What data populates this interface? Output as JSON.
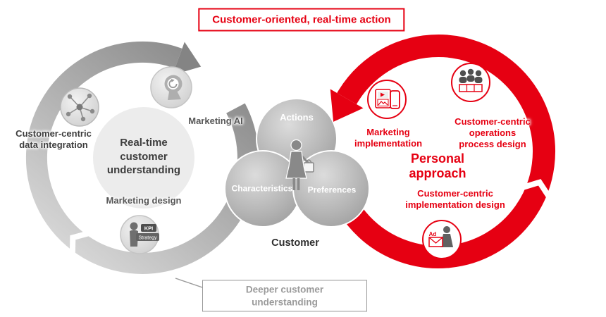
{
  "colors": {
    "accent_red": "#e60012",
    "ring_gray": "#9b9b9b",
    "muted_gray_text": "#9a9a9a",
    "dark_text": "#3d3d3d"
  },
  "callout_top": {
    "label": "Customer-oriented, real-time action"
  },
  "callout_bottom": {
    "label": "Deeper customer\nunderstanding"
  },
  "left_cycle": {
    "center_label": "Real-time\ncustomer\nunderstanding",
    "data_integration_label": "Customer-centric\ndata integration",
    "marketing_ai_label": "Marketing AI",
    "marketing_design_label": "Marketing design",
    "kpi_badge": "KPI",
    "strategy_badge": "Strategy"
  },
  "customer_core": {
    "actions_label": "Actions",
    "characteristics_label": "Characteristics",
    "preferences_label": "Preferences",
    "customer_label": "Customer"
  },
  "right_cycle": {
    "center_label": "Personal\napproach",
    "marketing_implementation_label": "Marketing\nimplementation",
    "operations_label": "Customer-centric\noperations\nprocess design",
    "implementation_design_label": "Customer-centric\nimplementation design",
    "ad_badge": "Ad"
  }
}
